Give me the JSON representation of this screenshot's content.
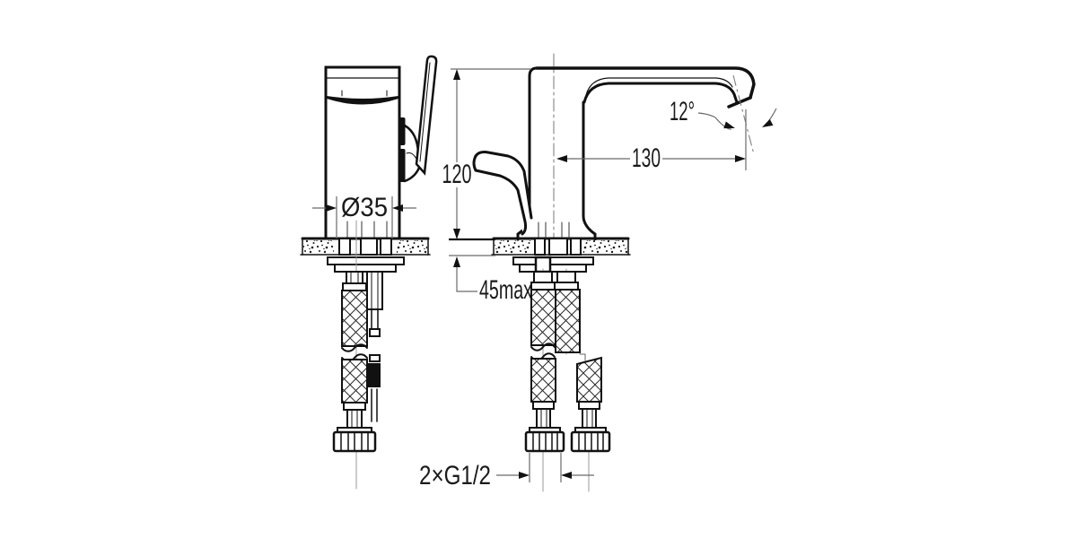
{
  "drawing": {
    "colors": {
      "background": "#ffffff",
      "object_line": "#111111",
      "dimension_line": "#6a6a6a",
      "text": "#1a1a1a"
    },
    "dimensions": {
      "body_diameter": {
        "label": "Ø35"
      },
      "height": {
        "label": "120"
      },
      "reach": {
        "label": "130"
      },
      "spout_angle": {
        "label": "12°"
      },
      "deck_thickness": {
        "label": "45max"
      },
      "connections": {
        "label": "2×G1/2"
      }
    }
  }
}
